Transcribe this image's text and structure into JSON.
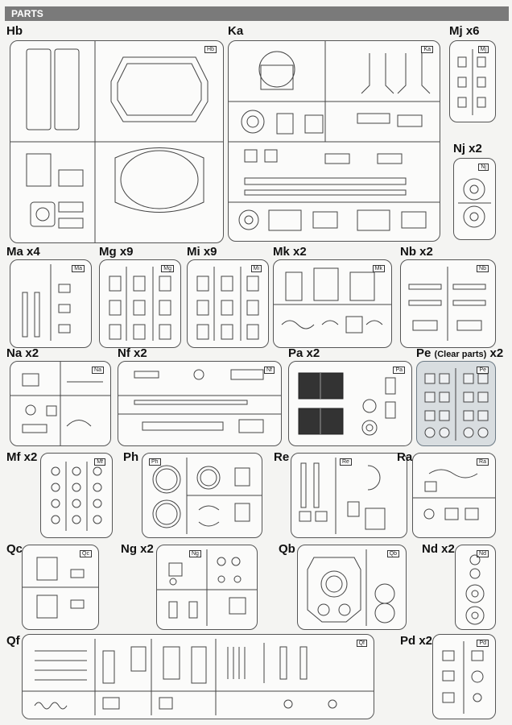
{
  "header": {
    "title": "PARTS"
  },
  "sprues": [
    {
      "id": "hb",
      "label": "Hb",
      "qty": "",
      "tag": "Hb"
    },
    {
      "id": "ka",
      "label": "Ka",
      "qty": "",
      "tag": "Ka"
    },
    {
      "id": "mj",
      "label": "Mj",
      "qty": "x6",
      "tag": "Mj"
    },
    {
      "id": "nj",
      "label": "Nj",
      "qty": "x2",
      "tag": "Nj"
    },
    {
      "id": "ma",
      "label": "Ma",
      "qty": "x4",
      "tag": "Ma"
    },
    {
      "id": "mg",
      "label": "Mg",
      "qty": "x9",
      "tag": "Mg"
    },
    {
      "id": "mi",
      "label": "Mi",
      "qty": "x9",
      "tag": "Mi"
    },
    {
      "id": "mk",
      "label": "Mk",
      "qty": "x2",
      "tag": "Mk"
    },
    {
      "id": "nb",
      "label": "Nb",
      "qty": "x2",
      "tag": "Nb"
    },
    {
      "id": "na",
      "label": "Na",
      "qty": "x2",
      "tag": "Na"
    },
    {
      "id": "nf",
      "label": "Nf",
      "qty": "x2",
      "tag": "Nf"
    },
    {
      "id": "pa",
      "label": "Pa",
      "qty": "x2",
      "tag": "Pa"
    },
    {
      "id": "pe",
      "label": "Pe",
      "note": "(Clear parts)",
      "qty": "x2",
      "tag": "Pe"
    },
    {
      "id": "mf",
      "label": "Mf",
      "qty": "x2",
      "tag": "Mf"
    },
    {
      "id": "ph",
      "label": "Ph",
      "qty": "",
      "tag": "Ph"
    },
    {
      "id": "re",
      "label": "Re",
      "qty": "",
      "tag": "Re"
    },
    {
      "id": "ra",
      "label": "Ra",
      "qty": "",
      "tag": "Ra"
    },
    {
      "id": "qc",
      "label": "Qc",
      "qty": "",
      "tag": "Qc"
    },
    {
      "id": "ng",
      "label": "Ng",
      "qty": "x2",
      "tag": "Ng"
    },
    {
      "id": "qb",
      "label": "Qb",
      "qty": "",
      "tag": "Qb"
    },
    {
      "id": "nd",
      "label": "Nd",
      "qty": "x2",
      "tag": "Nd"
    },
    {
      "id": "qf",
      "label": "Qf",
      "qty": "",
      "tag": "Qf"
    },
    {
      "id": "pd",
      "label": "Pd",
      "qty": "x2",
      "tag": "Pd"
    }
  ]
}
